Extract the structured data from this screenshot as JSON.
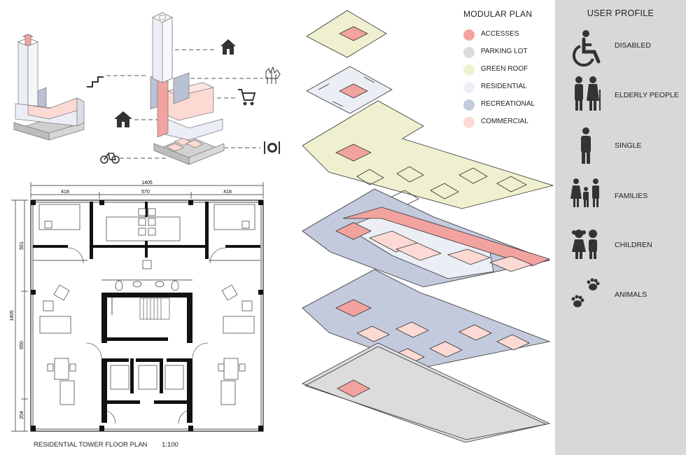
{
  "legend": {
    "title": "MODULAR PLAN",
    "items": [
      {
        "label": "ACCESSES",
        "color": "#f2a3a0"
      },
      {
        "label": "PARKING LOT",
        "color": "#dcdcdc"
      },
      {
        "label": "GREEN ROOF",
        "color": "#eef0cf"
      },
      {
        "label": "RESIDENTIAL",
        "color": "#eceef6"
      },
      {
        "label": "RECREATIONAL",
        "color": "#c3cadd"
      },
      {
        "label": "COMMERCIAL",
        "color": "#fcd9d3"
      }
    ]
  },
  "profile": {
    "title": "USER PROFILE",
    "items": [
      {
        "label": "DISABLED",
        "icon": "wheelchair-icon"
      },
      {
        "label": "ELDERLY PEOPLE",
        "icon": "elderly-couple-icon"
      },
      {
        "label": "SINGLE",
        "icon": "person-icon"
      },
      {
        "label": "FAMILIES",
        "icon": "family-icon"
      },
      {
        "label": "CHILDREN",
        "icon": "children-icon"
      },
      {
        "label": "ANIMALS",
        "icon": "paw-icon"
      }
    ]
  },
  "floor_plan": {
    "caption": "RESIDENTIAL TOWER FLOOR PLAN",
    "scale": "1:100",
    "dims_top_total": "1405",
    "dims_top": [
      "418",
      "570",
      "418"
    ],
    "dims_left_total": "1405",
    "dims_left": [
      "551",
      "650",
      "204"
    ]
  },
  "axonometric_icons": [
    "house-icon",
    "stairs-icon",
    "tree-icon",
    "shopping-cart-icon",
    "restaurant-icon",
    "bicycle-icon"
  ]
}
